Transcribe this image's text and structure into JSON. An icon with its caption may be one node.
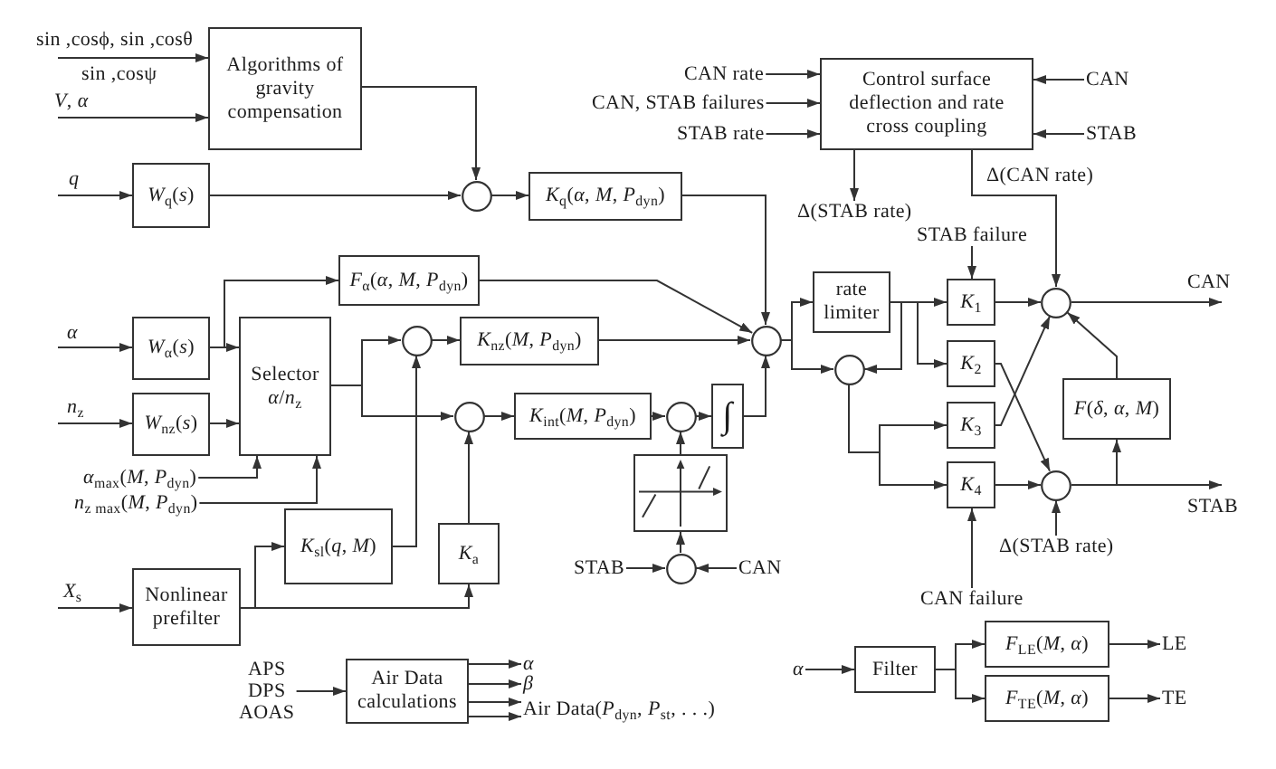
{
  "diagram": {
    "nodes": [
      {
        "text": [
          "Algorithms of gravity compensation"
        ]
      },
      {
        "text": [
          "*W*$_{q}$(*s*)"
        ]
      },
      {
        "text": [],
        "shape": "circle"
      },
      {
        "text": [
          "*K*$_{q}$(*α*, *M*, *P*$_{dyn}$)"
        ]
      },
      {
        "text": [
          "*F*$_{α}$(*α*, *M*, *P*$_{dyn}$)"
        ]
      },
      {
        "text": [
          "*W*$_{α}$(*s*)"
        ]
      },
      {
        "text": [
          "*W*$_{nz}$(*s*)"
        ]
      },
      {
        "text": [
          "Selector *α*/*n*$_{z}$"
        ]
      },
      {
        "text": [
          "*α*$_{max}$(*M*, *P*$_{dyn}$)"
        ]
      },
      {
        "text": [
          "*n*$_{z max}$(*M*, *P*$_{dyn}$)"
        ]
      },
      {
        "text": [],
        "shape": "circle"
      },
      {
        "text": [
          "*K*$_{nz}$(*M*, *P*$_{dyn}$)"
        ]
      },
      {
        "text": [],
        "shape": "circle"
      },
      {
        "text": [
          "*K*$_{int}$(*M*, *P*$_{dyn}$)"
        ]
      },
      {
        "text": [],
        "shape": "circle"
      },
      {
        "text": [
          "∫"
        ]
      },
      {
        "text": [
          "*K*$_{sl}$(*q*, *M*)"
        ]
      },
      {
        "text": [
          "*K*$_{a}$"
        ]
      },
      {
        "text": [
          "Nonlinear prefilter"
        ]
      },
      {
        "text": [],
        "shape": "box"
      },
      {
        "text": [],
        "shape": "circle"
      },
      {
        "text": [
          "STAB"
        ]
      },
      {
        "text": [
          "CAN"
        ]
      },
      {
        "text": [],
        "shape": "circle"
      },
      {
        "text": [
          "Control surface deflection and rate cross coupling"
        ]
      },
      {
        "text": [
          "CAN rate"
        ]
      },
      {
        "text": [
          "CAN, STAB failures"
        ]
      },
      {
        "text": [
          "STAB rate"
        ]
      },
      {
        "text": [
          "CAN"
        ]
      },
      {
        "text": [
          "STAB"
        ]
      },
      {
        "text": [
          "Δ(STAB rate)"
        ]
      },
      {
        "text": [
          "rate limiter"
        ]
      },
      {
        "text": [],
        "shape": "circle"
      },
      {
        "text": [
          "*K*$_{1}$"
        ]
      },
      {
        "text": [
          "*K*$_{2}$"
        ]
      },
      {
        "text": [
          "*K*$_{3}$"
        ]
      },
      {
        "text": [
          "*K*$_{4}$"
        ]
      },
      {
        "text": [
          "STAB failure"
        ]
      },
      {
        "text": [
          "CAN failure"
        ]
      },
      {
        "text": [],
        "shape": "circle"
      },
      {
        "text": [],
        "shape": "circle"
      },
      {
        "text": [
          "Δ(STAB rate)"
        ]
      },
      {
        "text": [
          "*F*(*δ*, *α*, *M*)"
        ]
      },
      {
        "text": [
          "APS DPS AOAS"
        ]
      },
      {
        "text": [
          "Air Data calculations"
        ]
      },
      {
        "text": [
          "α"
        ]
      },
      {
        "text": [
          "β"
        ]
      },
      {
        "text": [
          "Air Data(*P*$_{dyn}$, *P*$_{st}$, . . .)"
        ]
      },
      {
        "text": [
          "α"
        ]
      },
      {
        "text": [
          "Filter"
        ]
      },
      {
        "text": [
          "*F*$_{LE}$(*M*, *α*)"
        ]
      },
      {
        "text": [
          "*F*$_{TE}$(*M*, *α*)"
        ]
      },
      {
        "text": [
          "LE"
        ]
      },
      {
        "text": [
          "TE"
        ]
      }
    ],
    "edges": [
      {
        "from": null,
        "to": 0,
        "arrow": "to",
        "label": "sin ,cosϕ, sin ,cosθ"
      },
      {
        "from": null,
        "to": 0,
        "arrow": "to",
        "label": "*V*, *α*"
      },
      {
        "from": 0,
        "to": 2,
        "arrow": "to"
      },
      {
        "from": null,
        "to": 1,
        "arrow": "to",
        "label": "q"
      },
      {
        "from": 1,
        "to": 2,
        "arrow": "to"
      },
      {
        "from": 2,
        "to": 3,
        "arrow": "to"
      },
      {
        "from": 3,
        "to": 23,
        "arrow": "to"
      },
      {
        "from": null,
        "to": 5,
        "arrow": "to",
        "label": "α"
      },
      {
        "from": 5,
        "to": 7,
        "arrow": "to"
      },
      {
        "from": 5,
        "to": 4,
        "arrow": "to"
      },
      {
        "from": 4,
        "to": 23,
        "arrow": "to"
      },
      {
        "from": null,
        "to": 6,
        "arrow": "to",
        "label": "*n*$_{z}$"
      },
      {
        "from": 6,
        "to": 7,
        "arrow": "to"
      },
      {
        "from": 8,
        "to": 7,
        "arrow": "to"
      },
      {
        "from": 9,
        "to": 7,
        "arrow": "to"
      },
      {
        "from": 7,
        "to": 10,
        "arrow": "to"
      },
      {
        "from": 7,
        "to": 12,
        "arrow": "to"
      },
      {
        "from": 10,
        "to": 11,
        "arrow": "to"
      },
      {
        "from": 11,
        "to": 23,
        "arrow": "to"
      },
      {
        "from": 16,
        "to": 10,
        "arrow": "to"
      },
      {
        "from": 12,
        "to": 13,
        "arrow": "to"
      },
      {
        "from": 13,
        "to": 14,
        "arrow": "to"
      },
      {
        "from": 14,
        "to": 15,
        "arrow": "to"
      },
      {
        "from": 15,
        "to": 23,
        "arrow": "to"
      },
      {
        "from": 17,
        "to": 12,
        "arrow": "to"
      },
      {
        "from": null,
        "to": 18,
        "arrow": "to",
        "label": "*X*$_{s}$"
      },
      {
        "from": 18,
        "to": 16,
        "arrow": "to"
      },
      {
        "from": 18,
        "to": 17,
        "arrow": "to"
      },
      {
        "from": 19,
        "to": 14,
        "arrow": "to"
      },
      {
        "from": 20,
        "to": 19,
        "arrow": "to"
      },
      {
        "from": 21,
        "to": 20,
        "arrow": "to"
      },
      {
        "from": 22,
        "to": 20,
        "arrow": "to"
      },
      {
        "from": 23,
        "to": 31,
        "arrow": "to"
      },
      {
        "from": 23,
        "to": 32,
        "arrow": "to"
      },
      {
        "from": 25,
        "to": 24,
        "arrow": "to"
      },
      {
        "from": 26,
        "to": 24,
        "arrow": "to"
      },
      {
        "from": 27,
        "to": 24,
        "arrow": "to"
      },
      {
        "from": 28,
        "to": 24,
        "arrow": "to"
      },
      {
        "from": 29,
        "to": 24,
        "arrow": "to"
      },
      {
        "from": 24,
        "to": 30,
        "arrow": "to"
      },
      {
        "from": 24,
        "to": 39,
        "arrow": "to",
        "label": "Δ(CAN rate)"
      },
      {
        "from": 31,
        "to": 33,
        "arrow": "to"
      },
      {
        "from": 31,
        "to": 32,
        "arrow": "to"
      },
      {
        "from": 31,
        "to": 34,
        "arrow": "to"
      },
      {
        "from": 32,
        "to": 35,
        "arrow": "to"
      },
      {
        "from": 32,
        "to": 36,
        "arrow": "to"
      },
      {
        "from": 37,
        "to": 33,
        "arrow": "to"
      },
      {
        "from": 33,
        "to": 39,
        "arrow": "to"
      },
      {
        "from": 34,
        "to": 40,
        "arrow": "to"
      },
      {
        "from": 35,
        "to": 39,
        "arrow": "to"
      },
      {
        "from": 36,
        "to": 40,
        "arrow": "to"
      },
      {
        "from": 38,
        "to": 36,
        "arrow": "to"
      },
      {
        "from": 41,
        "to": 40,
        "arrow": "to"
      },
      {
        "from": 39,
        "to": null,
        "arrow": "to",
        "label": "CAN"
      },
      {
        "from": 40,
        "to": null,
        "arrow": "to",
        "label": "STAB"
      },
      {
        "from": 40,
        "to": 42,
        "arrow": "to"
      },
      {
        "from": 42,
        "to": 39,
        "arrow": "to"
      },
      {
        "from": 43,
        "to": 44,
        "arrow": "to"
      },
      {
        "from": 44,
        "to": 45,
        "arrow": "to"
      },
      {
        "from": 44,
        "to": 46,
        "arrow": "to"
      },
      {
        "from": 44,
        "to": 47,
        "arrow": "to"
      },
      {
        "from": 44,
        "to": 47,
        "arrow": "to"
      },
      {
        "from": 48,
        "to": 49,
        "arrow": "to"
      },
      {
        "from": 49,
        "to": 50,
        "arrow": "to"
      },
      {
        "from": 49,
        "to": 51,
        "arrow": "to"
      },
      {
        "from": 50,
        "to": 52,
        "arrow": "to"
      },
      {
        "from": 51,
        "to": 53,
        "arrow": "to"
      }
    ],
    "labels": [
      "sin ,cosψ"
    ]
  }
}
